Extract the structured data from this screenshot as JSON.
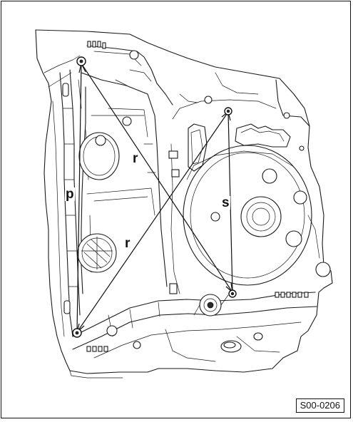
{
  "labels": {
    "p": "p",
    "r_upper": "r",
    "r_lower": "r",
    "s": "s"
  },
  "figure_code": "S00-0206"
}
